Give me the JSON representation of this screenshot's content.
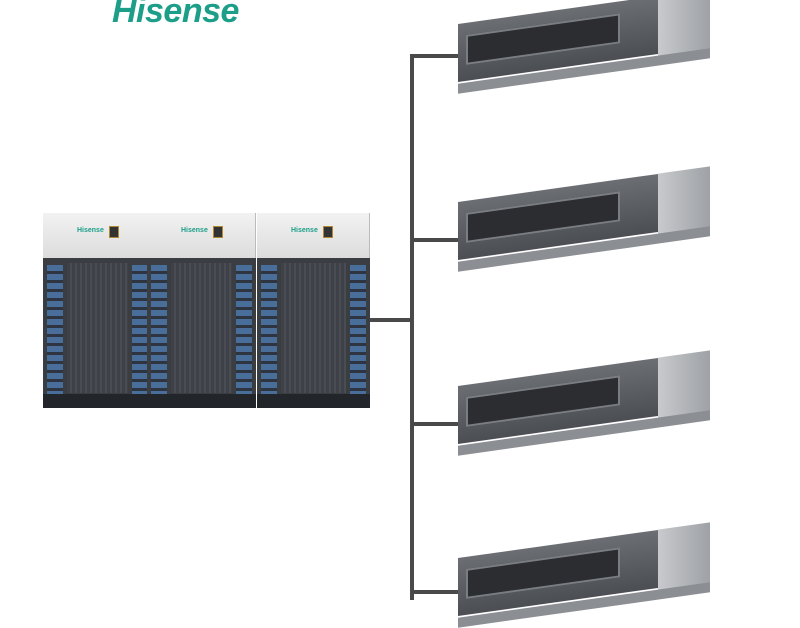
{
  "brand": {
    "logo_text": "Hisense",
    "color": "#1c9e88"
  },
  "outdoor_units": [
    {
      "label": "Hisense"
    },
    {
      "label": "Hisense"
    },
    {
      "label": "Hisense"
    }
  ],
  "indoor_units": [
    {
      "type": "ducted"
    },
    {
      "type": "ducted"
    },
    {
      "type": "ducted"
    },
    {
      "type": "ducted"
    }
  ]
}
